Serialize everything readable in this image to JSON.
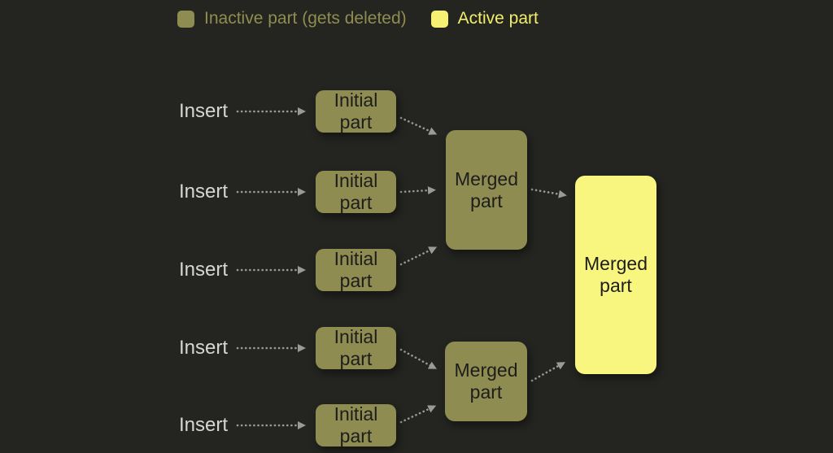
{
  "legend": {
    "inactive": {
      "label": "Inactive part (gets deleted)",
      "swatch_color": "#8f8c52",
      "text_color": "#8f8d4f"
    },
    "active": {
      "label": "Active part",
      "swatch_color": "#f7f173",
      "text_color": "#f1ee6c"
    }
  },
  "colors": {
    "background": "#242420",
    "inactive_box": "#8f8c52",
    "active_box": "#f9f680",
    "box_text": "#1d1d1b",
    "insert_text": "#d6d6d6",
    "arrow": "#9a9a9a"
  },
  "diagram": {
    "insert_labels": [
      "Insert",
      "Insert",
      "Insert",
      "Insert",
      "Insert"
    ],
    "initial_parts": [
      "Initial part",
      "Initial part",
      "Initial part",
      "Initial part",
      "Initial part"
    ],
    "merged_top_label": "Merged part",
    "merged_bottom_label": "Merged part",
    "merged_final_label": "Merged part"
  }
}
